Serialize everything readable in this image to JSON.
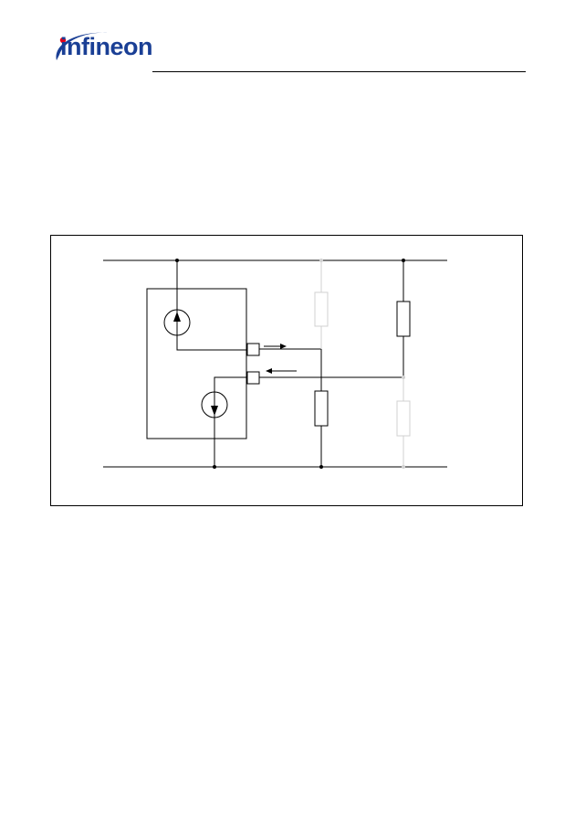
{
  "header": {
    "logo_text": "infineon",
    "logo_icon": "infineon-swoosh-logo",
    "brand_color": "#1a3f95",
    "accent_color": "#e2001a"
  },
  "figure": {
    "line_color": "#000000",
    "faded_color": "#d0d0d0",
    "components": [
      "current-source-up",
      "current-source-down",
      "pin-output",
      "pin-input",
      "resistor-pullup-faded",
      "resistor-pulldown",
      "resistor-pullup",
      "resistor-pulldown-faded",
      "arrow-out",
      "arrow-in"
    ]
  }
}
